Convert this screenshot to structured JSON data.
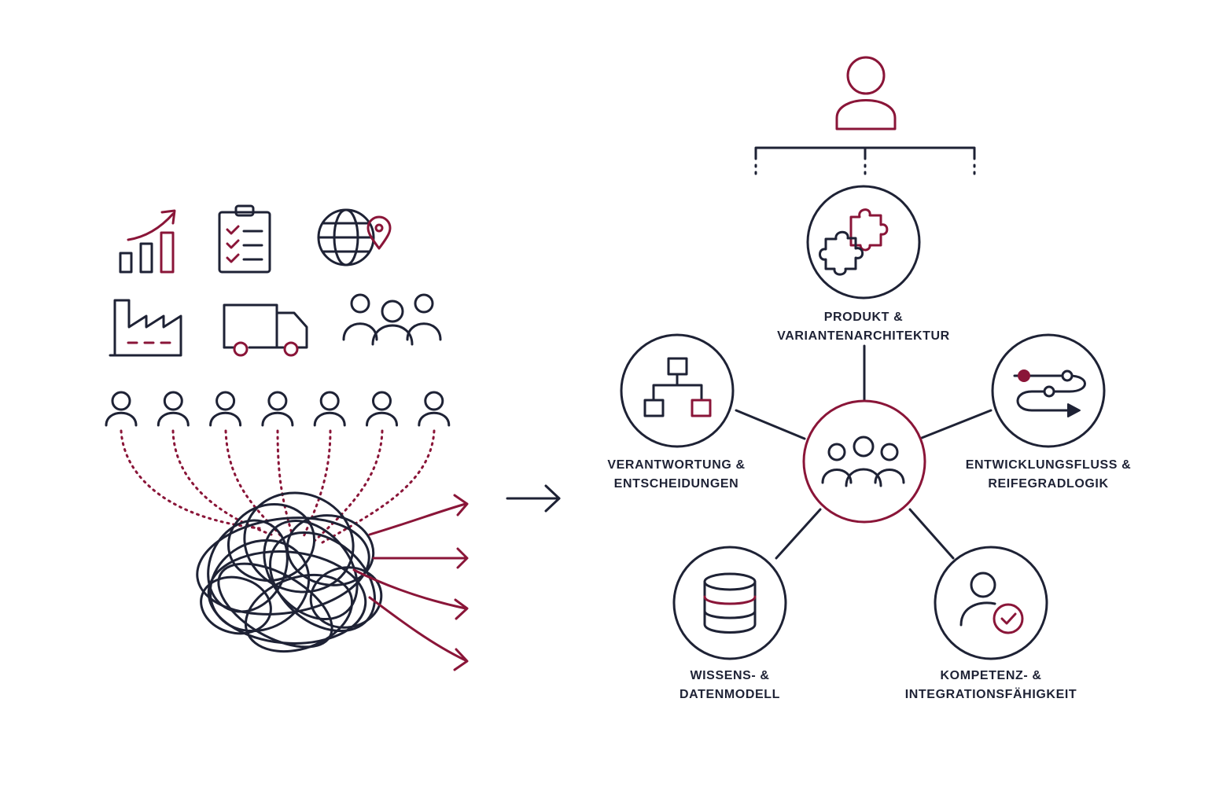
{
  "colors": {
    "ink": "#1e2235",
    "accent": "#8a1538",
    "background": "#ffffff"
  },
  "left_icons": [
    "growth-chart-icon",
    "checklist-icon",
    "globe-location-icon",
    "factory-icon",
    "truck-icon",
    "team-icon"
  ],
  "stakeholders_count": 7,
  "hub": {
    "icon": "team-icon"
  },
  "top": {
    "icon": "person-icon"
  },
  "nodes": [
    {
      "id": "produkt",
      "icon": "puzzle-icon",
      "line1": "PRODUKT &",
      "line2": "VARIANTENARCHITEKTUR"
    },
    {
      "id": "verantwortung",
      "icon": "org-chart-icon",
      "line1": "VERANTWORTUNG &",
      "line2": "ENTSCHEIDUNGEN"
    },
    {
      "id": "entwicklung",
      "icon": "flow-path-icon",
      "line1": "ENTWICKLUNGSFLUSS &",
      "line2": "REIFEGRADLOGIK"
    },
    {
      "id": "wissen",
      "icon": "database-icon",
      "line1": "WISSENS- &",
      "line2": "DATENMODELL"
    },
    {
      "id": "kompetenz",
      "icon": "person-check-icon",
      "line1": "KOMPETENZ- &",
      "line2": "INTEGRATIONSFÄHIGKEIT"
    }
  ]
}
